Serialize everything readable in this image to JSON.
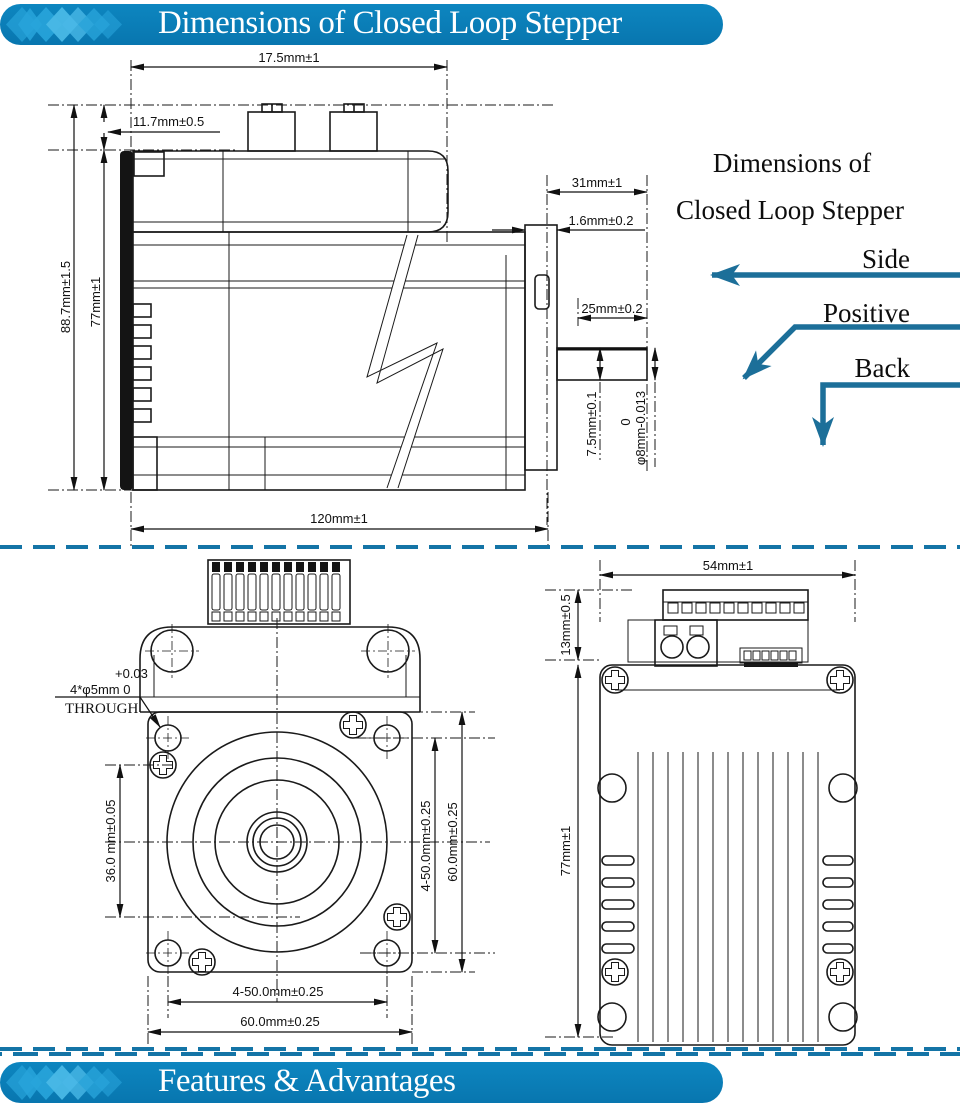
{
  "banners": {
    "header_label": "Dimensions of Closed Loop Stepper",
    "footer_label": "Features & Advantages"
  },
  "legend": {
    "title_line1": "Dimensions of",
    "title_line2": "Closed Loop Stepper",
    "side_label": "Side",
    "positive_label": "Positive",
    "back_label": "Back"
  },
  "side_view": {
    "top_width": "17.5mm±1",
    "connector_offset": "11.7mm±0.5",
    "overall_height": "88.7mm±1.5",
    "body_height": "77mm±1",
    "rear_depth": "31mm±1",
    "flange_thickness": "1.6mm±0.2",
    "shaft_length": "25mm±0.2",
    "shaft_radius": "7.5mm±0.1",
    "shaft_dia_upper_tol": "0",
    "shaft_dia": "φ8mm-0.013",
    "overall_length": "120mm±1"
  },
  "front_view": {
    "hole_tol": "+0.03",
    "hole_spec": "4*φ5mm 0",
    "hole_through": "THROUGH",
    "pilot_offset": "36.0 mm±0.05",
    "hole_spacing_v": "4-50.0mm±0.25",
    "body_height": "60.0mm±0.25",
    "hole_spacing_h": "4-50.0mm±0.25",
    "body_width": "60.0mm±0.25"
  },
  "back_view": {
    "top_width": "54mm±1",
    "connector_height": "13mm±0.5",
    "body_height": "77mm±1"
  },
  "colors": {
    "banner_blue": "#0d86c0",
    "banner_blue_dark": "#0876af",
    "accent_blue": "#1c6f99",
    "divider_blue": "#1474a6",
    "diamond_mid": "#28a4da",
    "diamond_light": "#49b8e6"
  }
}
